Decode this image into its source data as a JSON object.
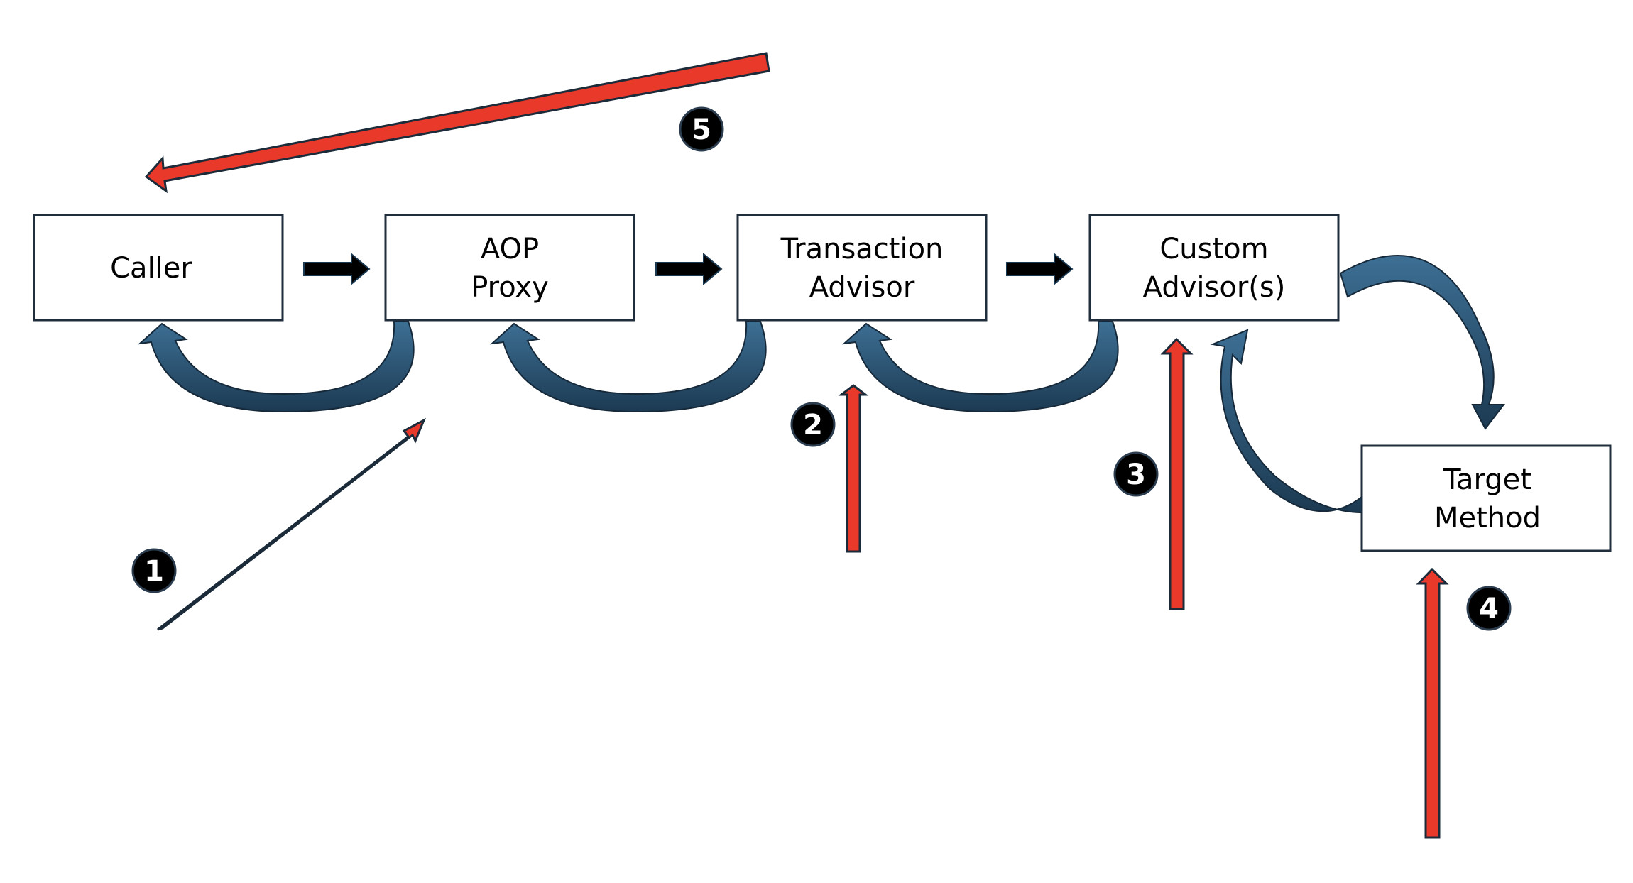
{
  "nodes": [
    {
      "id": "caller",
      "lines": [
        "Caller"
      ]
    },
    {
      "id": "aop-proxy",
      "lines": [
        "AOP",
        "Proxy"
      ]
    },
    {
      "id": "transaction-advisor",
      "lines": [
        "Transaction",
        "Advisor"
      ]
    },
    {
      "id": "custom-advisors",
      "lines": [
        "Custom",
        "Advisor(s)"
      ]
    },
    {
      "id": "target-method",
      "lines": [
        "Target",
        "Method"
      ]
    }
  ],
  "steps": [
    "1",
    "2",
    "3",
    "4",
    "5"
  ],
  "colors": {
    "box_stroke": "#1f2d3d",
    "flow_arrow": "#000000",
    "return_arrow": "#2b5573",
    "return_arrow_dark": "#1c3a52",
    "step_arrow": "#e8392b",
    "badge": "#000000"
  }
}
